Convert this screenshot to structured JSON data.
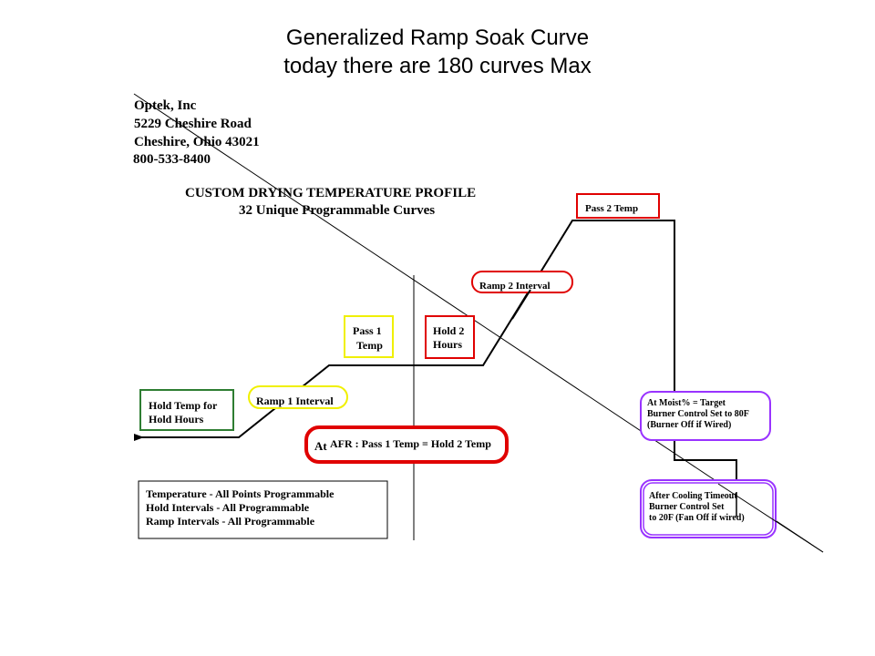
{
  "title": {
    "line1": "Generalized Ramp Soak Curve",
    "line2": "today there are 180 curves Max"
  },
  "company": {
    "name": "Optek, Inc",
    "street": "5229 Cheshire Road",
    "city": "Cheshire, Ohio 43021",
    "phone": "800-533-8400"
  },
  "profile": {
    "heading": "CUSTOM DRYING TEMPERATURE PROFILE",
    "subheading": "32 Unique Programmable Curves"
  },
  "labels": {
    "hold_temp": [
      "Hold Temp for",
      "Hold Hours"
    ],
    "ramp1": "Ramp 1 Interval",
    "pass1": [
      "Pass 1",
      "Temp"
    ],
    "hold2": [
      "Hold 2",
      "Hours"
    ],
    "ramp2": "Ramp 2 Interval",
    "pass2": "Pass 2 Temp",
    "afr_prefix": "At",
    "afr": "AFR : Pass 1 Temp = Hold 2 Temp",
    "moist": [
      "At Moist% = Target",
      "Burner Control Set to 80F",
      "(Burner Off  if  Wired)"
    ],
    "cooling": [
      "After Cooling Timeout",
      "Burner Control Set",
      "to 20F (Fan Off if wired)"
    ]
  },
  "legend": {
    "line1": "Temperature - All Points Programmable",
    "line2": "Hold Intervals  - All Programmable",
    "line3": "Ramp Intervals -  All Programmable"
  },
  "colors": {
    "green": "#2e7d32",
    "yellow": "#f0f000",
    "red": "#e00000",
    "purple": "#9933ff",
    "curve": "#000000"
  }
}
